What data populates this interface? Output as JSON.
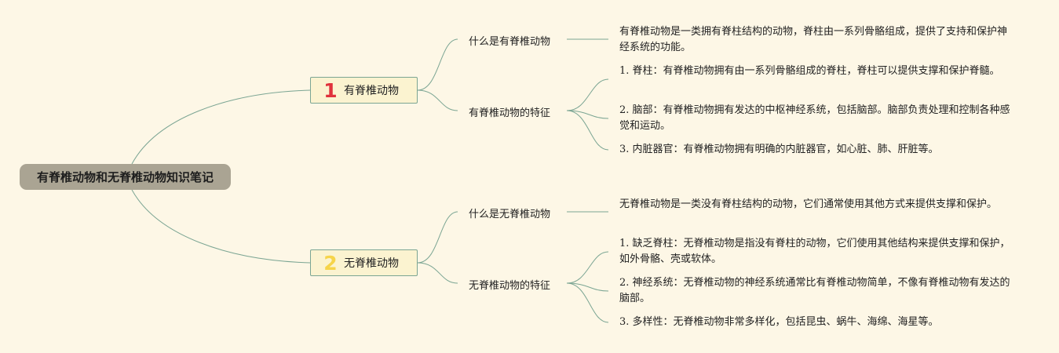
{
  "root": {
    "title": "有脊椎动物和无脊椎动物知识笔记"
  },
  "branches": [
    {
      "number": "1",
      "label": "有脊椎动物",
      "number_color": "#e0323b",
      "topics": [
        {
          "label": "什么是有脊椎动物",
          "details": [
            "有脊椎动物是一类拥有脊柱结构的动物，脊柱由一系列骨骼组成，提供了支持和保护神经系统的功能。"
          ]
        },
        {
          "label": "有脊椎动物的特征",
          "details": [
            "1. 脊柱：有脊椎动物拥有由一系列骨骼组成的脊柱，脊柱可以提供支撑和保护脊髓。",
            "2. 脑部：有脊椎动物拥有发达的中枢神经系统，包括脑部。脑部负责处理和控制各种感觉和运动。",
            "3. 内脏器官：有脊椎动物拥有明确的内脏器官，如心脏、肺、肝脏等。"
          ]
        }
      ]
    },
    {
      "number": "2",
      "label": "无脊椎动物",
      "number_color": "#f6d44a",
      "topics": [
        {
          "label": "什么是无脊椎动物",
          "details": [
            "无脊椎动物是一类没有脊柱结构的动物，它们通常使用其他方式来提供支撑和保护。"
          ]
        },
        {
          "label": "无脊椎动物的特征",
          "details": [
            "1. 缺乏脊柱：无脊椎动物是指没有脊柱的动物，它们使用其他结构来提供支撑和保护，如外骨骼、壳或软体。",
            "2. 神经系统：无脊椎动物的神经系统通常比有脊椎动物简单，不像有脊椎动物有发达的脑部。",
            "3. 多样性：无脊椎动物非常多样化，包括昆虫、蜗牛、海绵、海星等。"
          ]
        }
      ]
    }
  ],
  "colors": {
    "background": "#fdf7e6",
    "root_fill": "#aaa493",
    "branch_fill": "#fbf3d0",
    "line": "#7ba593"
  }
}
